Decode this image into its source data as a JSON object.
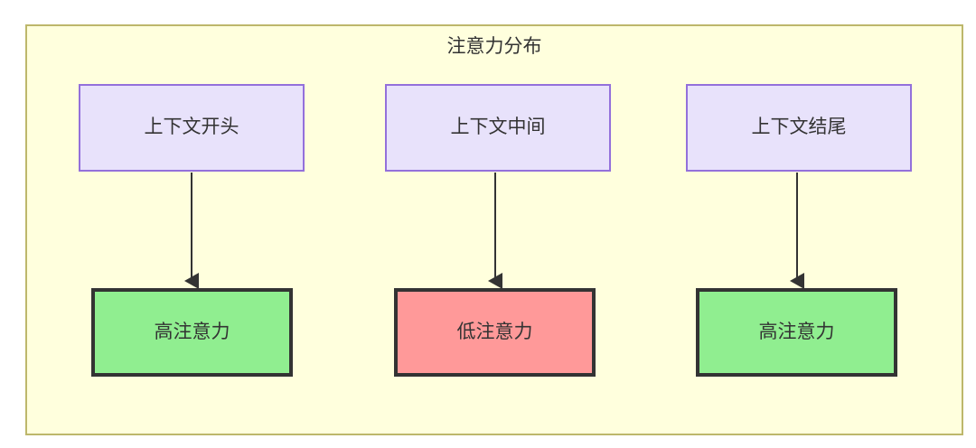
{
  "diagram": {
    "title": "注意力分布",
    "container": {
      "fill_color": "#ffffdd",
      "border_color": "#bdb76b"
    },
    "columns": [
      {
        "id": "start",
        "context": {
          "label": "上下文开头",
          "fill_color": "#e8e2fb",
          "border_color": "#9370db"
        },
        "attention": {
          "label": "高注意力",
          "level": "high",
          "fill_color": "#90ee90",
          "border_color": "#333333"
        },
        "edge": {
          "arrow": "down"
        }
      },
      {
        "id": "middle",
        "context": {
          "label": "上下文中间",
          "fill_color": "#e8e2fb",
          "border_color": "#9370db"
        },
        "attention": {
          "label": "低注意力",
          "level": "low",
          "fill_color": "#ff9999",
          "border_color": "#333333"
        },
        "edge": {
          "arrow": "down"
        }
      },
      {
        "id": "end",
        "context": {
          "label": "上下文结尾",
          "fill_color": "#e8e2fb",
          "border_color": "#9370db"
        },
        "attention": {
          "label": "高注意力",
          "level": "high",
          "fill_color": "#90ee90",
          "border_color": "#333333"
        },
        "edge": {
          "arrow": "down"
        }
      }
    ]
  }
}
